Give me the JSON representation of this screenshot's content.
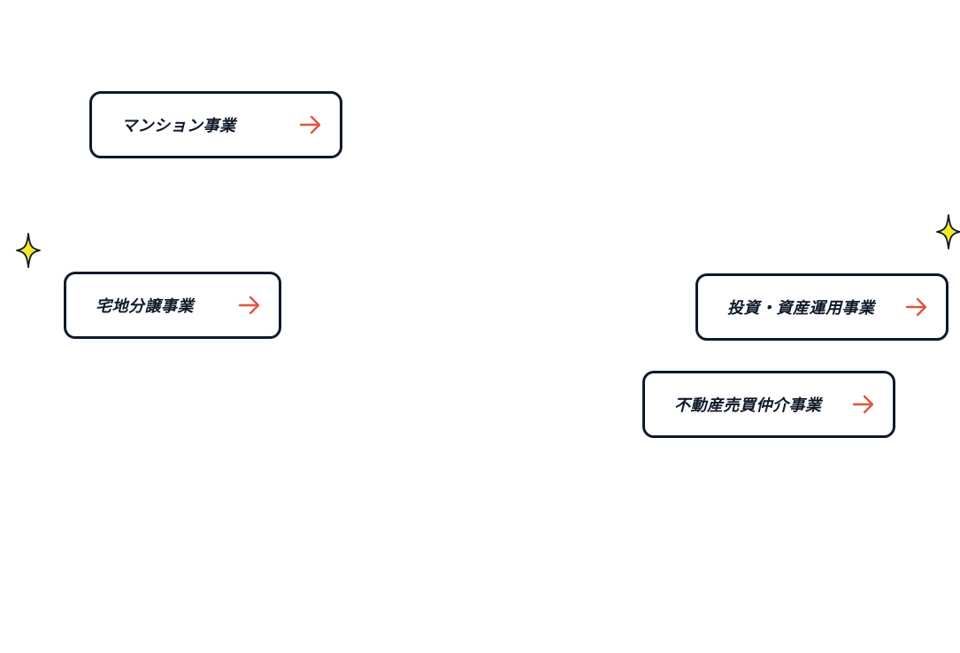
{
  "colors": {
    "ink": "#0e1a2b",
    "arrow": "#e0553f",
    "sparkle": "#f4e62a"
  },
  "buttons": {
    "mansion": {
      "label": "マンション事業",
      "icon": "arrow-right-icon"
    },
    "takuchi": {
      "label": "宅地分譲事業",
      "icon": "arrow-right-icon"
    },
    "toshi": {
      "label": "投資・資産運用事業",
      "icon": "arrow-right-icon"
    },
    "baibai": {
      "label": "不動産売買仲介事業",
      "icon": "arrow-right-icon"
    }
  },
  "decorations": {
    "sparkle_icon": "sparkle-icon"
  }
}
